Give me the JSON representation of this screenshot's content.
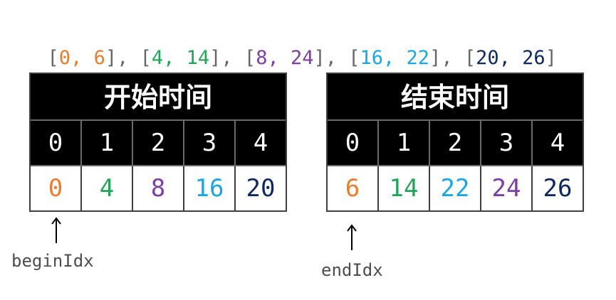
{
  "intervals": {
    "tokens": [
      {
        "text": "[",
        "color": "#666666"
      },
      {
        "text": "0",
        "color": "#e87c2f"
      },
      {
        "text": ", ",
        "color": "#e87c2f"
      },
      {
        "text": "6",
        "color": "#e87c2f"
      },
      {
        "text": "], [",
        "color": "#666666"
      },
      {
        "text": "4",
        "color": "#22a35a"
      },
      {
        "text": ", ",
        "color": "#22a35a"
      },
      {
        "text": "14",
        "color": "#22a35a"
      },
      {
        "text": "], [",
        "color": "#666666"
      },
      {
        "text": "8",
        "color": "#7b3fa0"
      },
      {
        "text": ", ",
        "color": "#7b3fa0"
      },
      {
        "text": "24",
        "color": "#7b3fa0"
      },
      {
        "text": "], [",
        "color": "#666666"
      },
      {
        "text": "16",
        "color": "#1aa7e0"
      },
      {
        "text": ", ",
        "color": "#1aa7e0"
      },
      {
        "text": "22",
        "color": "#1aa7e0"
      },
      {
        "text": "], [",
        "color": "#666666"
      },
      {
        "text": "20",
        "color": "#10295c"
      },
      {
        "text": ", ",
        "color": "#10295c"
      },
      {
        "text": "26",
        "color": "#10295c"
      },
      {
        "text": "]",
        "color": "#666666"
      }
    ]
  },
  "start_table": {
    "title": "开始时间",
    "indices": [
      "0",
      "1",
      "2",
      "3",
      "4"
    ],
    "values": [
      {
        "text": "0",
        "color": "#e87c2f"
      },
      {
        "text": "4",
        "color": "#22a35a"
      },
      {
        "text": "8",
        "color": "#7b3fa0"
      },
      {
        "text": "16",
        "color": "#1aa7e0"
      },
      {
        "text": "20",
        "color": "#10295c"
      }
    ]
  },
  "end_table": {
    "title": "结束时间",
    "indices": [
      "0",
      "1",
      "2",
      "3",
      "4"
    ],
    "values": [
      {
        "text": "6",
        "color": "#e87c2f"
      },
      {
        "text": "14",
        "color": "#22a35a"
      },
      {
        "text": "22",
        "color": "#1aa7e0"
      },
      {
        "text": "24",
        "color": "#7b3fa0"
      },
      {
        "text": "26",
        "color": "#10295c"
      }
    ]
  },
  "pointers": {
    "begin_label": "beginIdx",
    "end_label": "endIdx",
    "begin_index": 0,
    "end_index": 0
  }
}
